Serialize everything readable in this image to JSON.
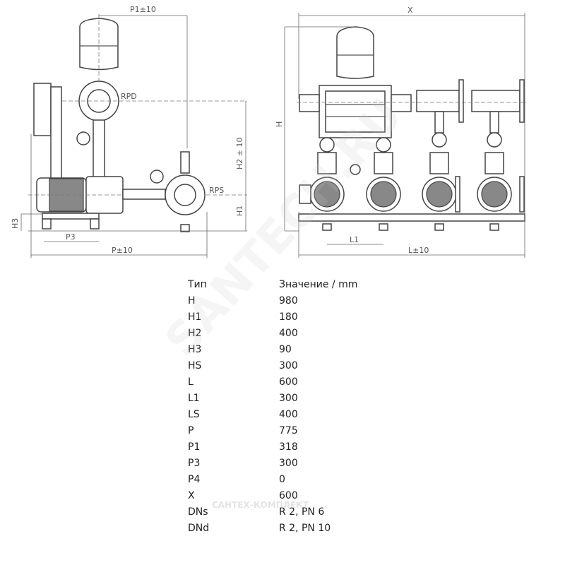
{
  "side_view": {
    "dim_p1": "P1±10",
    "dim_h2": "H2 ± 10",
    "dim_h1": "H1",
    "dim_h3": "H3",
    "dim_p3": "P3",
    "dim_p": "P±10",
    "label_rpd": "RPD",
    "label_rps": "RPS"
  },
  "front_view": {
    "dim_x": "X",
    "dim_h": "H",
    "dim_l1": "L1",
    "dim_l": "L±10"
  },
  "spec_table": {
    "header": {
      "name": "Тип",
      "value": "Значение / mm"
    },
    "rows": [
      {
        "name": "H",
        "value": "980"
      },
      {
        "name": "H1",
        "value": "180"
      },
      {
        "name": "H2",
        "value": "400"
      },
      {
        "name": "H3",
        "value": "90"
      },
      {
        "name": "HS",
        "value": "300"
      },
      {
        "name": "L",
        "value": "600"
      },
      {
        "name": "L1",
        "value": "300"
      },
      {
        "name": "LS",
        "value": "400"
      },
      {
        "name": "P",
        "value": "775"
      },
      {
        "name": "P1",
        "value": "318"
      },
      {
        "name": "P3",
        "value": "300"
      },
      {
        "name": "P4",
        "value": "0"
      },
      {
        "name": "X",
        "value": "600"
      },
      {
        "name": "DNs",
        "value": "R 2, PN 6"
      },
      {
        "name": "DNd",
        "value": "R 2, PN 10"
      }
    ]
  },
  "watermark": {
    "main": "SANTECH.RU",
    "footer": "САНТЕХ-КОМПЛЕКТ"
  }
}
